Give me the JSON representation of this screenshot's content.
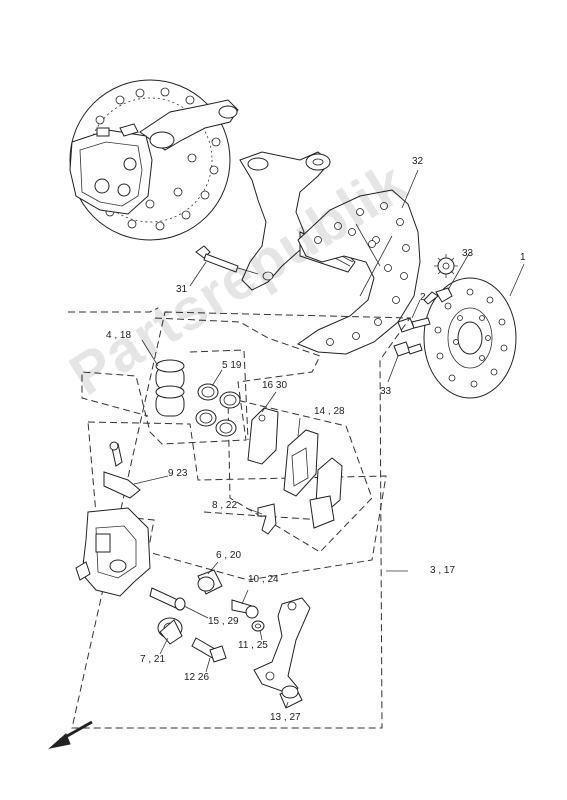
{
  "watermark": "Partsrepublik",
  "labels": {
    "l1": "1",
    "l2": "2",
    "l31": "31",
    "l32": "32",
    "l33a": "33",
    "l33b": "33",
    "l4_18": "4 , 18",
    "l5_19": "5  19",
    "l16_30": "16 30",
    "l14_28": "14 , 28",
    "l9_23": "9  23",
    "l8_22": "8 , 22",
    "l6_20": "6 , 20",
    "l10_24": "10 , 24",
    "l3_17": "3 , 17",
    "l15_29": "15 , 29",
    "l7_21": "7 , 21",
    "l11_25": "11 , 25",
    "l12_26": "12  26",
    "l13_27": "13 , 27"
  }
}
